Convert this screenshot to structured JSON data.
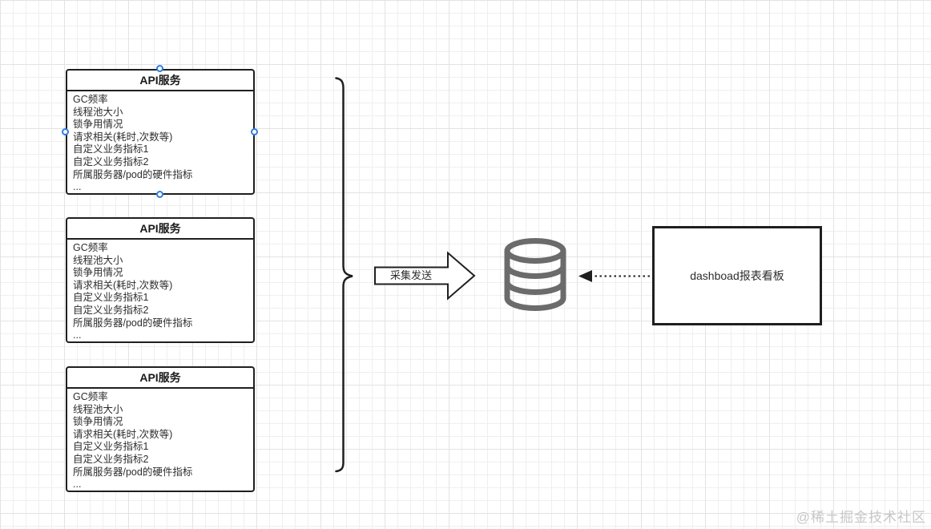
{
  "diagram": {
    "service_boxes": [
      {
        "title": "API服务",
        "metrics": [
          "GC频率",
          "线程池大小",
          "锁争用情况",
          "请求相关(耗时,次数等)",
          "自定义业务指标1",
          "自定义业务指标2",
          "所属服务器/pod的硬件指标",
          "..."
        ],
        "selected": true
      },
      {
        "title": "API服务",
        "metrics": [
          "GC频率",
          "线程池大小",
          "锁争用情况",
          "请求相关(耗时,次数等)",
          "自定义业务指标1",
          "自定义业务指标2",
          "所属服务器/pod的硬件指标",
          "..."
        ],
        "selected": false
      },
      {
        "title": "API服务",
        "metrics": [
          "GC频率",
          "线程池大小",
          "锁争用情况",
          "请求相关(耗时,次数等)",
          "自定义业务指标1",
          "自定义业务指标2",
          "所属服务器/pod的硬件指标",
          "..."
        ],
        "selected": false
      }
    ],
    "collector_arrow": {
      "label": "采集发送"
    },
    "database": {
      "icon": "database-cylinder-icon"
    },
    "dashboard": {
      "label": "dashboad报表看板"
    },
    "colors": {
      "shape_border": "#1f1f1f",
      "database_gray": "#6b6b6b",
      "selection_handle_blue": "#2e7de1",
      "grid_minor": "#efefef",
      "grid_major": "#e3e3e3",
      "watermark_gray": "#c7c7c7"
    }
  },
  "watermark": "@稀土掘金技术社区"
}
